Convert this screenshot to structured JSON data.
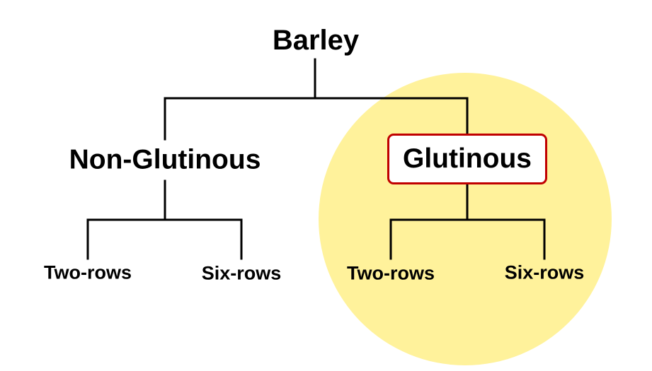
{
  "colors": {
    "highlight_fill": "#fff29b",
    "selected_border": "#c00000",
    "line": "#000000",
    "text": "#000000"
  },
  "tree": {
    "root": "Barley",
    "branches": [
      {
        "label": "Non-Glutinous",
        "highlighted": false,
        "children": [
          "Two-rows",
          "Six-rows"
        ]
      },
      {
        "label": "Glutinous",
        "highlighted": true,
        "children": [
          "Two-rows",
          "Six-rows"
        ]
      }
    ]
  }
}
